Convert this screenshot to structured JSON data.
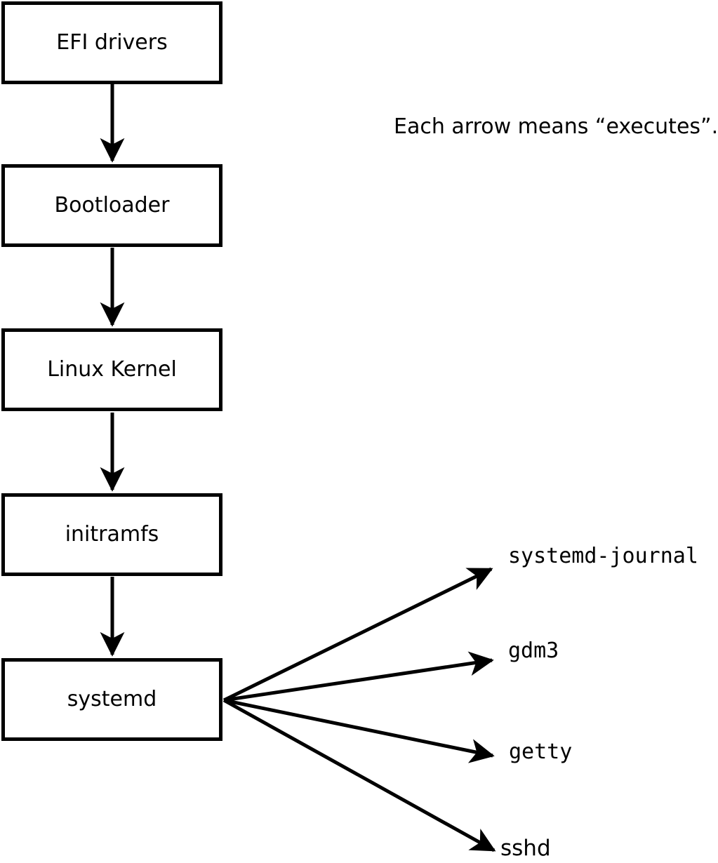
{
  "caption": "Each arrow means “executes”.",
  "boxes": [
    {
      "label": "EFI drivers"
    },
    {
      "label": "Bootloader"
    },
    {
      "label": "Linux Kernel"
    },
    {
      "label": "initramfs"
    },
    {
      "label": "systemd"
    }
  ],
  "spawned": [
    {
      "label": "systemd-journal"
    },
    {
      "label": "gdm3"
    },
    {
      "label": "getty"
    },
    {
      "label": "sshd"
    }
  ],
  "arrow_meaning": "executes",
  "colors": {
    "stroke": "#000000",
    "background": "#ffffff"
  }
}
